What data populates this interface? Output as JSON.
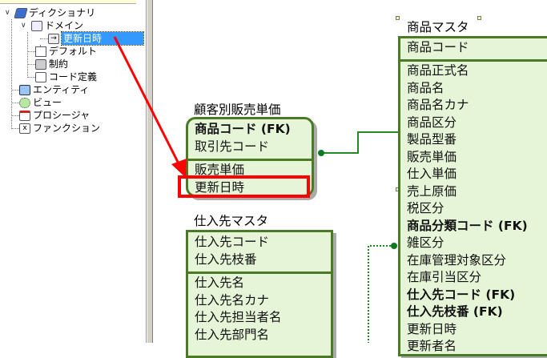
{
  "tree": {
    "items": [
      {
        "label": "ディクショナリ",
        "icon": "book-icon"
      },
      {
        "label": "ドメイン",
        "icon": "domain-icon"
      },
      {
        "label": "更新日時",
        "icon": "arrow-domain-icon",
        "selected": true
      },
      {
        "label": "デフォルト",
        "icon": "default-icon"
      },
      {
        "label": "制約",
        "icon": "constraint-icon"
      },
      {
        "label": "コード定義",
        "icon": "code-definition-icon"
      },
      {
        "label": "エンティティ",
        "icon": "entity-icon"
      },
      {
        "label": "ビュー",
        "icon": "view-icon"
      },
      {
        "label": "プロシージャ",
        "icon": "procedure-icon"
      },
      {
        "label": "ファンクション",
        "icon": "function-icon"
      }
    ]
  },
  "entities": {
    "customer_price": {
      "title": "顧客別販売単価",
      "keys": [
        "商品コード (FK)",
        "取引先コード"
      ],
      "attrs": [
        "販売単価",
        "更新日時"
      ]
    },
    "product": {
      "title": "商品マスタ",
      "keys": [
        "商品コード"
      ],
      "attrs": [
        "商品正式名",
        "商品名",
        "商品名カナ",
        "商品区分",
        "製品型番",
        "販売単価",
        "仕入単価",
        "売上原価",
        "税区分",
        "商品分類コード (FK)",
        "雑区分",
        "在庫管理対象区分",
        "在庫引当区分",
        "仕入先コード (FK)",
        "仕入先枝番 (FK)",
        "更新日時",
        "更新者名"
      ],
      "bold": [
        9,
        13,
        14
      ]
    },
    "supplier": {
      "title": "仕入先マスタ",
      "keys": [
        "仕入先コード",
        "仕入先枝番"
      ],
      "attrs": [
        "仕入先名",
        "仕入先名カナ",
        "仕入先担当者名",
        "仕入先部門名"
      ]
    }
  },
  "colors": {
    "entity_fill": "#e6f5d8",
    "entity_border": "#4a7a25",
    "highlight": "#ff0000",
    "selection": "#3399ff"
  }
}
